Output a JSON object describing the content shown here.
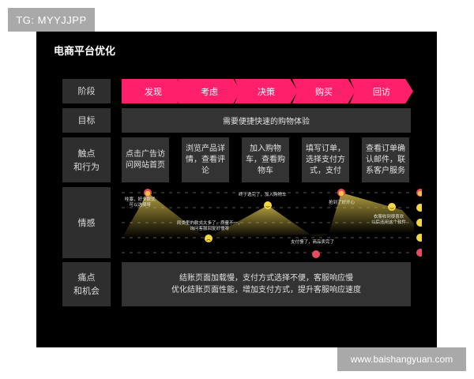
{
  "badge_top_left": "TG: MYYJJPP",
  "watermark": "www.baishangyuan.com",
  "diagram": {
    "title": "电商平台优化",
    "row_labels": {
      "stage": "阶段",
      "goal": "目标",
      "touchpoints": "触点\n和行为",
      "emotion": "情感",
      "pain": "痛点\n和机会"
    },
    "stages": [
      "发现",
      "考虑",
      "决策",
      "购买",
      "回访"
    ],
    "goal_text": "需要便捷快速的购物体验",
    "touchpoints": [
      "点击广告访\n问网站首页",
      "浏览产品详\n情，查看评\n论",
      "加入购物\n车，查看购\n物车",
      "填写订单，\n选择支付方\n式，支付",
      "查看订单确\n认邮件，联\n系客户服务"
    ],
    "emotion_points": [
      {
        "mood": "excited",
        "text": "哇塞，好多款式\n可以选择呀"
      },
      {
        "mood": "worried",
        "text": "同类型的款式太多了，质量不一，\n询问客服回复好慢呀"
      },
      {
        "mood": "happy",
        "text": "终于选完了，加入购物车"
      },
      {
        "mood": "angry",
        "text": "支付慢了，商品卖完了"
      },
      {
        "mood": "excited",
        "text": "抢到了好开心"
      },
      {
        "mood": "happy",
        "text": "衣服收到很喜欢\n以后还用这个软件"
      }
    ],
    "emotion_scale": [
      "excited",
      "happy",
      "neutral",
      "worried",
      "angry"
    ],
    "pain_points": {
      "line1": "结账页面加载慢，支付方式选择不便，客服响应慢",
      "line2": "优化结账页面性能，增加支付方式，提升客服响应速度"
    }
  },
  "colors": {
    "stage_pink": "#ff1f6b",
    "cell_gray": "#333333",
    "panel_black": "#000000",
    "curve_gold": "#c8b040",
    "face_yellow": "#f5d742",
    "face_red": "#e84a5f"
  }
}
